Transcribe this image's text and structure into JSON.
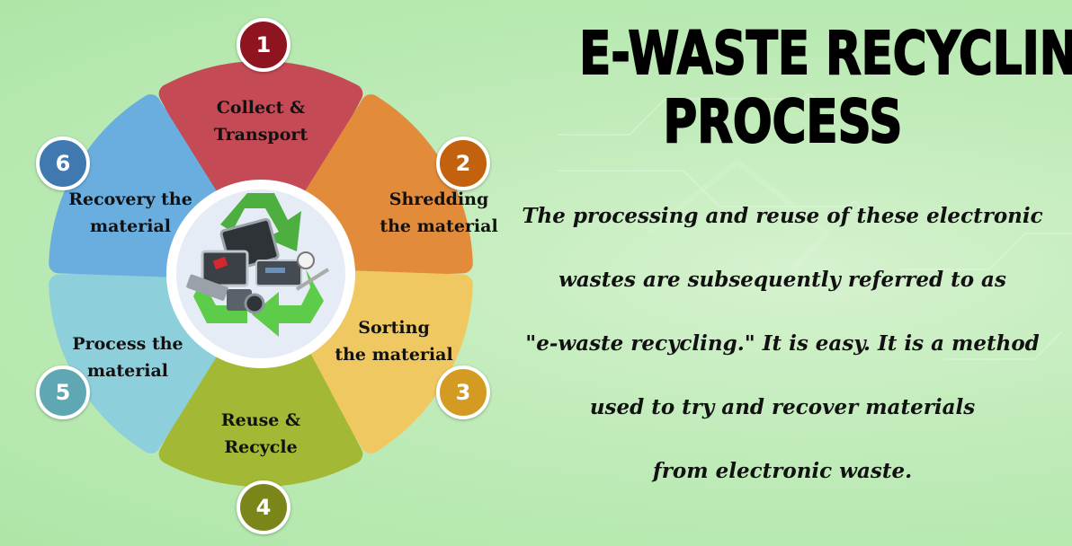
{
  "title": {
    "line1": "E-WASTE RECYCLING",
    "line2": "PROCESS"
  },
  "description": [
    "The processing and reuse of these electronic",
    "wastes are subsequently referred to as",
    "\"e-waste recycling.\" It is easy. It is a method",
    "used to try and recover materials",
    "from electronic waste."
  ],
  "center_icon": "recycle-electronics-icon",
  "steps": [
    {
      "number": "1",
      "line1": "Collect &",
      "line2": "Transport",
      "color": "#c44a55",
      "badge_color": "#8e1420"
    },
    {
      "number": "2",
      "line1": "Shredding",
      "line2": "the material",
      "color": "#e28b3a",
      "badge_color": "#c2620f"
    },
    {
      "number": "3",
      "line1": "Sorting",
      "line2": "the material",
      "color": "#f0c862",
      "badge_color": "#d49b22"
    },
    {
      "number": "4",
      "line1": "Reuse &",
      "line2": "Recycle",
      "color": "#a3b935",
      "badge_color": "#7a861a"
    },
    {
      "number": "5",
      "line1": "Process the",
      "line2": "material",
      "color": "#8ecfdc",
      "badge_color": "#5fa8b3"
    },
    {
      "number": "6",
      "line1": "Recovery the",
      "line2": "material",
      "color": "#6aaee0",
      "badge_color": "#3f79b0"
    }
  ]
}
